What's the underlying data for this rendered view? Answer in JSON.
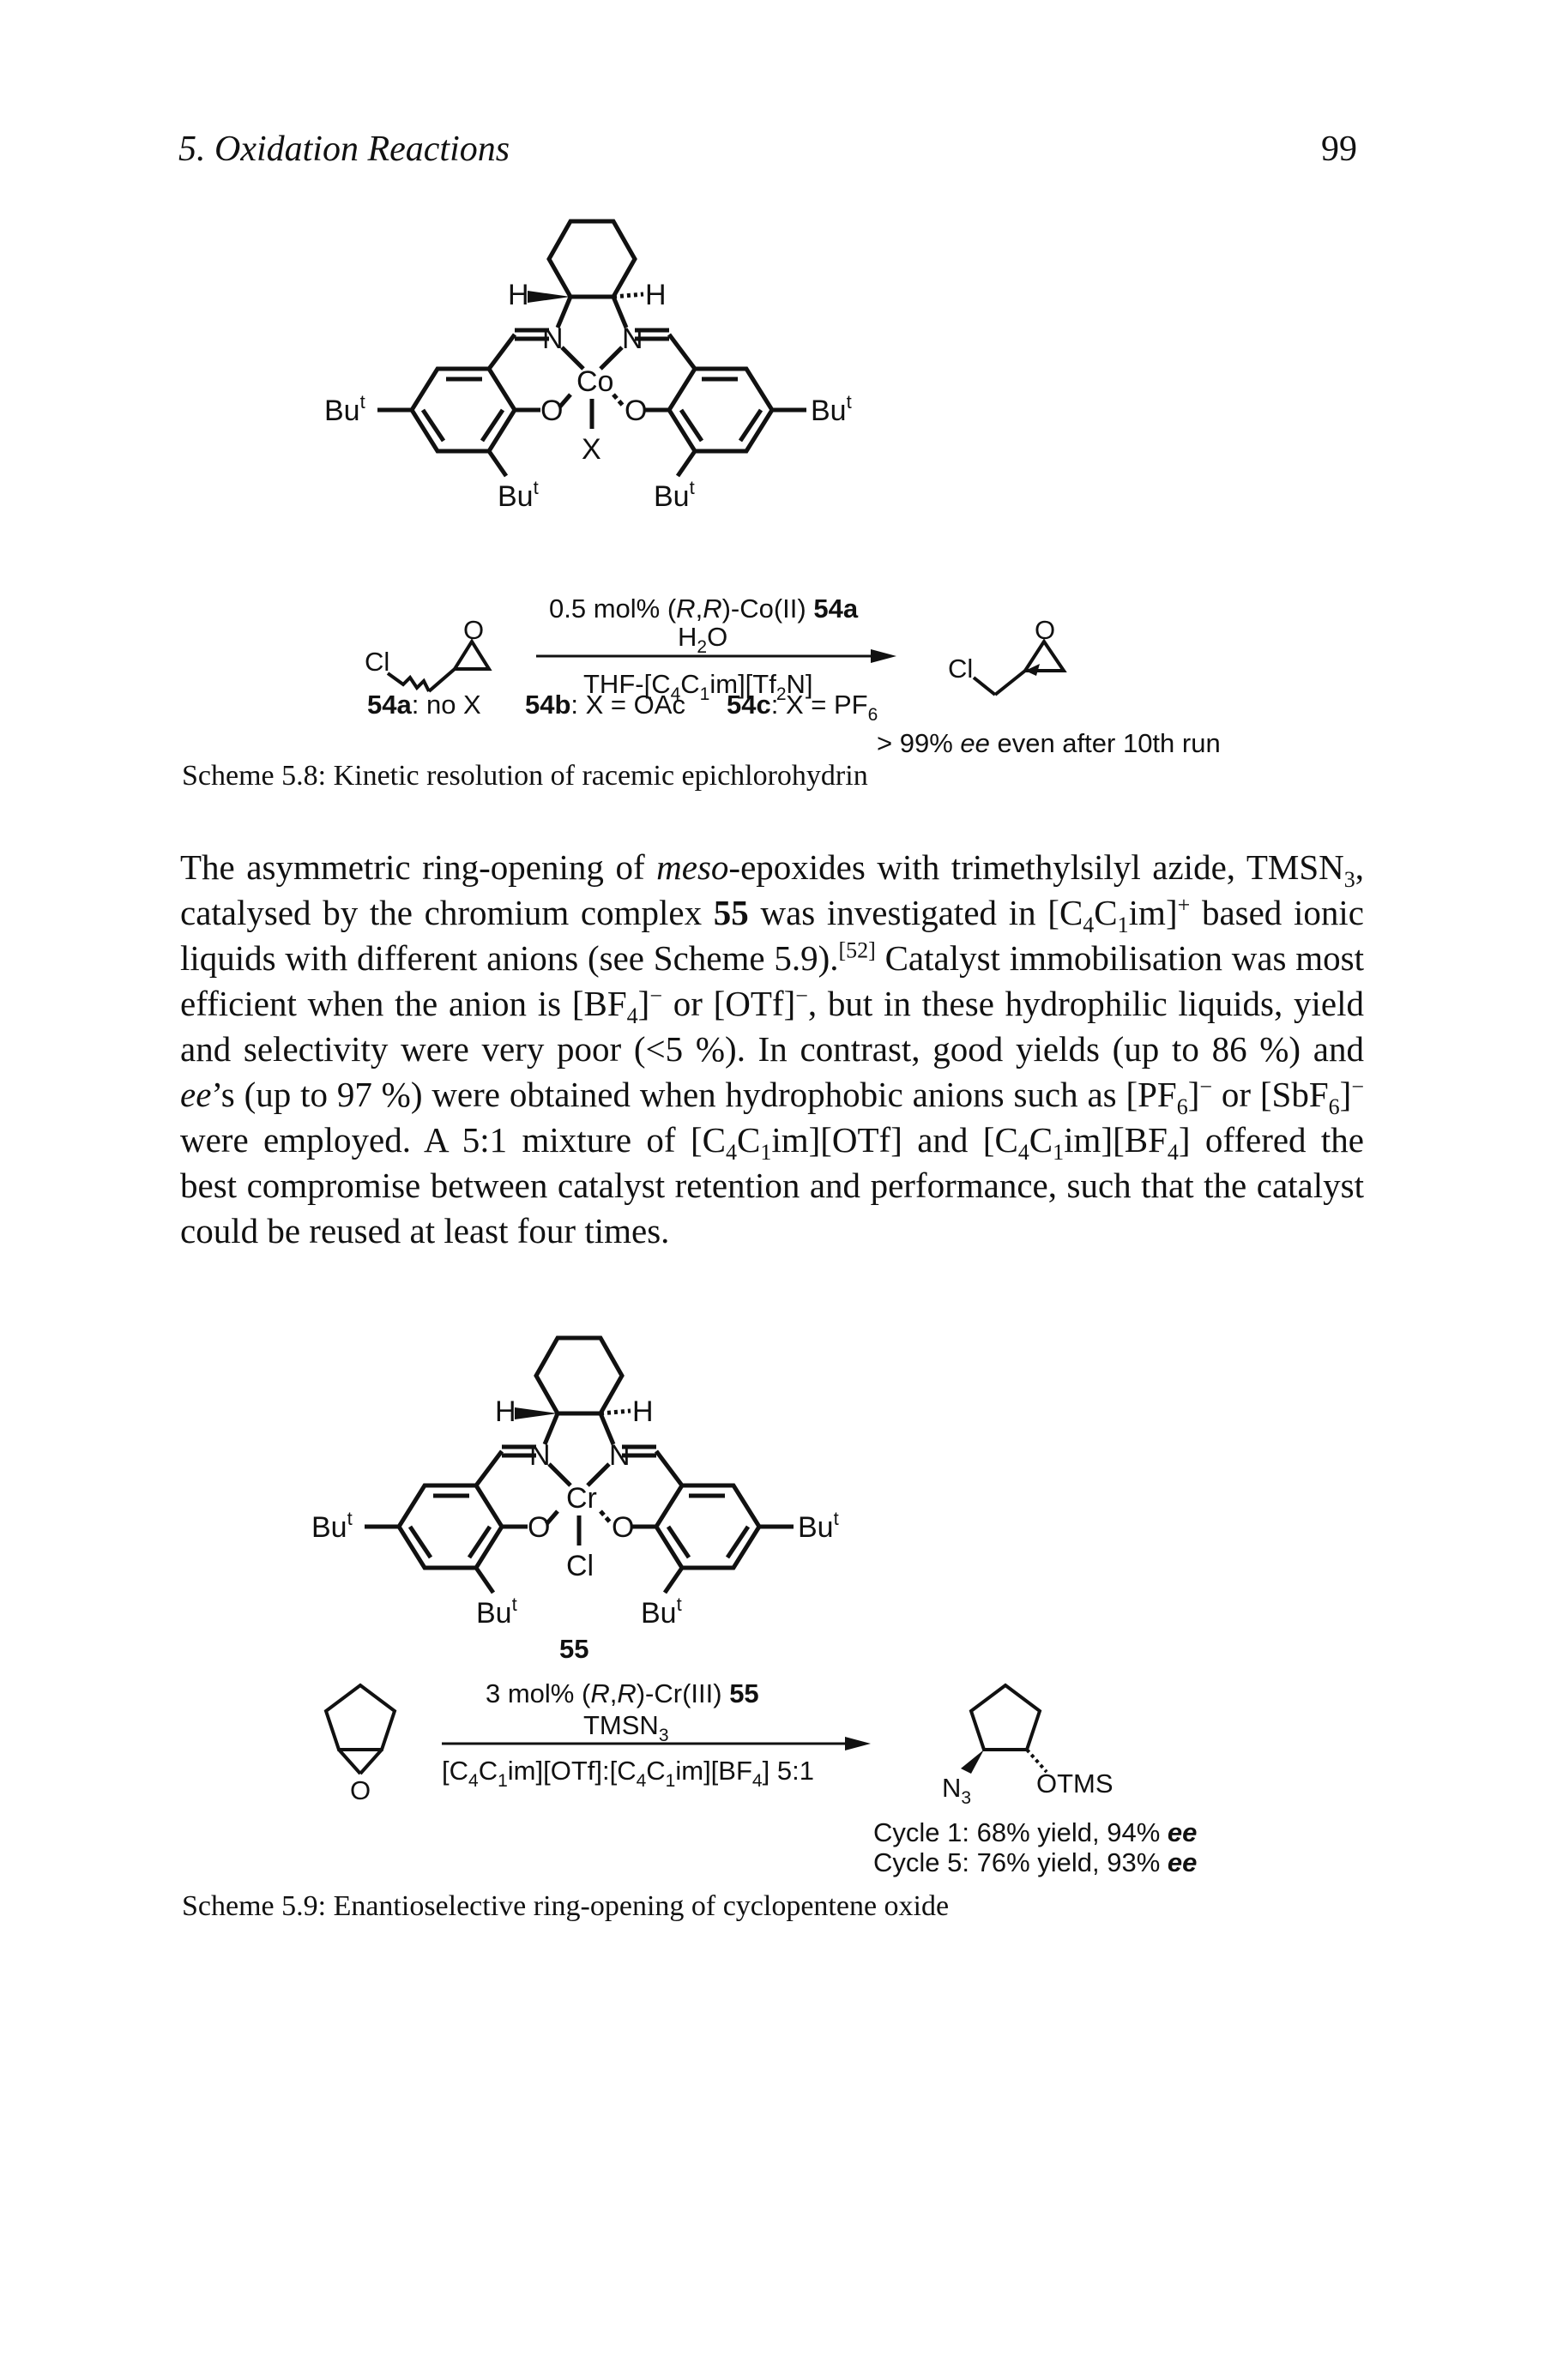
{
  "header": {
    "chapter_title": "5. Oxidation Reactions",
    "page_number": "99"
  },
  "scheme1": {
    "labels": {
      "h_left": "H",
      "h_right": "H",
      "n_left": "N",
      "n_right": "N",
      "metal": "Co",
      "o_left": "O",
      "o_right": "O",
      "axial": "X",
      "but_left": "Bu",
      "but_right": "Bu",
      "but_bl": "Bu",
      "but_br": "Bu",
      "t": "t"
    },
    "variants": {
      "a_id": "54a",
      "a_text": ": no X",
      "b_id": "54b",
      "b_text": ": X = OAc",
      "c_id": "54c",
      "c_text": ": X = PF",
      "c_sub": "6"
    },
    "reaction": {
      "cl_left": "Cl",
      "epox_o_left": "O",
      "cond1_pre": "0.5 mol% (",
      "cond1_R1": "R",
      "cond1_comma": ",",
      "cond1_R2": "R",
      "cond1_post": ")-Co(II) ",
      "cond1_cat": "54a",
      "cond2_pre": "H",
      "cond2_sub": "2",
      "cond2_post": "O",
      "cond3_a": "THF-[C",
      "cond3_s1": "4",
      "cond3_b": "C",
      "cond3_s2": "1",
      "cond3_c": "im][Tf",
      "cond3_s3": "2",
      "cond3_d": "N]",
      "cl_right": "Cl",
      "epox_o_right": "O",
      "result_pre": "> 99% ",
      "result_ee": "ee",
      "result_post": " even after 10th run"
    },
    "caption": "Scheme 5.8:  Kinetic resolution of racemic epichlorohydrin"
  },
  "body": {
    "p1": "The asymmetric ring-opening of ",
    "meso": "meso",
    "p2": "-epoxides with trimethylsilyl azide, TMSN",
    "p2_sub": "3",
    "p3": ", catalysed by the chromium complex ",
    "complex_id": "55",
    "p4": " was investigated in [C",
    "p4_s1": "4",
    "p4_b": "C",
    "p4_s2": "1",
    "p4_c": "im]",
    "p4_sup": "+",
    "p5": " based ionic liquids with different anions (see Scheme 5.9).",
    "ref": "[52]",
    "p6": " Catalyst immobilisation was most efficient when the anion is [BF",
    "p6_s": "4",
    "p6_b": "]",
    "p6_sup": "−",
    "p7": " or [OTf]",
    "p7_sup": "−",
    "p8": ", but in these hydrophilic liquids, yield and selectivity were very poor (<5 %). In contrast, good yields (up to 86 %) and ",
    "ee": "ee",
    "p9": "’s (up to 97 %) were obtained when hydrophobic anions such as [PF",
    "p9_s": "6",
    "p9_b": "]",
    "p9_sup": "−",
    "p10": " or [SbF",
    "p10_s": "6",
    "p10_b": "]",
    "p10_sup": "−",
    "p11": " were employed. A 5:1 mixture of [C",
    "p11_s1": "4",
    "p11_b": "C",
    "p11_s2": "1",
    "p11_c": "im][OTf] and [C",
    "p11_s3": "4",
    "p11_d": "C",
    "p11_s4": "1",
    "p11_e": "im][BF",
    "p11_s5": "4",
    "p11_f": "] offered the best compromise between catalyst retention and performance, such that the catalyst could be reused at least four times."
  },
  "scheme2": {
    "labels": {
      "h_left": "H",
      "h_right": "H",
      "n_left": "N",
      "n_right": "N",
      "metal": "Cr",
      "o_left": "O",
      "o_right": "O",
      "axial": "Cl",
      "but_left": "Bu",
      "but_right": "Bu",
      "but_bl": "Bu",
      "but_br": "Bu",
      "t": "t",
      "compound_id": "55"
    },
    "reaction": {
      "epox_o": "O",
      "cond1_pre": "3 mol% (",
      "cond1_R1": "R",
      "cond1_comma": ",",
      "cond1_R2": "R",
      "cond1_post": ")-Cr(III) ",
      "cond1_cat": "55",
      "cond2_pre": "TMSN",
      "cond2_sub": "3",
      "cond3_a": "[C",
      "cond3_s1": "4",
      "cond3_b": "C",
      "cond3_s2": "1",
      "cond3_c": "im][OTf]:[C",
      "cond3_s3": "4",
      "cond3_d": "C",
      "cond3_s4": "1",
      "cond3_e": "im][BF",
      "cond3_s5": "4",
      "cond3_f": "] 5:1",
      "n3": "N",
      "n3_sub": "3",
      "otms": "OTMS",
      "cycle1_pre": "Cycle 1: 68% yield, 94% ",
      "cycle1_ee": "ee",
      "cycle5_pre": "Cycle 5: 76% yield, 93% ",
      "cycle5_ee": "ee"
    },
    "caption": "Scheme 5.9:  Enantioselective ring-opening of cyclopentene oxide"
  }
}
